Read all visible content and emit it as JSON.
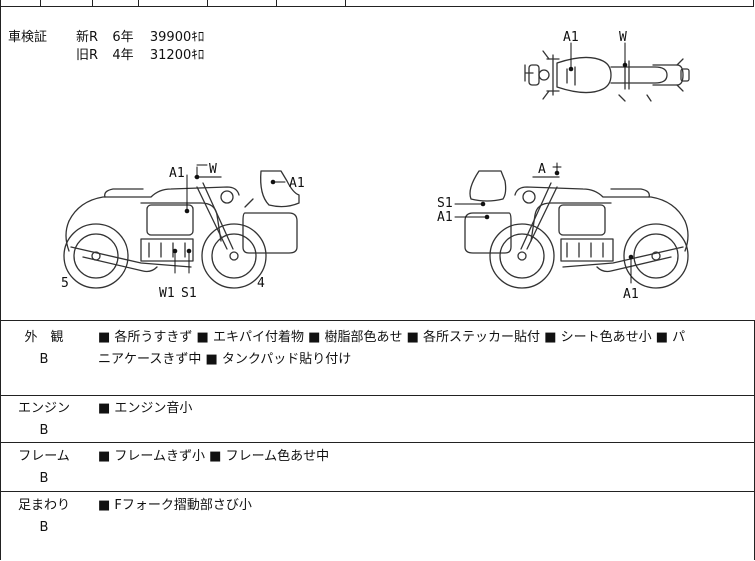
{
  "shaken": {
    "label": "車検証",
    "lines": [
      {
        "kind": "新R",
        "years": "6年",
        "km": "39900ｷﾛ"
      },
      {
        "kind": "旧R",
        "years": "4年",
        "km": "31200ｷﾛ"
      }
    ]
  },
  "diagram_labels": {
    "top_a1": "A1",
    "top_w": "W",
    "left_a1": "A1",
    "left_w": "W",
    "left_a1_right": "A1",
    "left_w1": "W1",
    "left_s1": "S1",
    "left_5": "5",
    "left_4": "4",
    "right_a": "A",
    "right_s1": "S1",
    "right_a1_mid": "A1",
    "right_a1_bottom": "A1"
  },
  "conditions": [
    {
      "category": "外　観",
      "grade": "B",
      "items_line1": "■ 各所うすきず ■ エキパイ付着物 ■ 樹脂部色あせ ■ 各所ステッカー貼付 ■ シート色あせ小 ■ パ",
      "items_line2": "ニアケースきず中 ■ タンクパッド貼り付け"
    },
    {
      "category": "エンジン",
      "grade": "B",
      "items_line1": "■ エンジン音小",
      "items_line2": ""
    },
    {
      "category": "フレーム",
      "grade": "B",
      "items_line1": "■ フレームきず小 ■ フレーム色あせ中",
      "items_line2": ""
    },
    {
      "category": "足まわり",
      "grade": "B",
      "items_line1": "■ Fフォーク摺動部さび小",
      "items_line2": ""
    }
  ]
}
